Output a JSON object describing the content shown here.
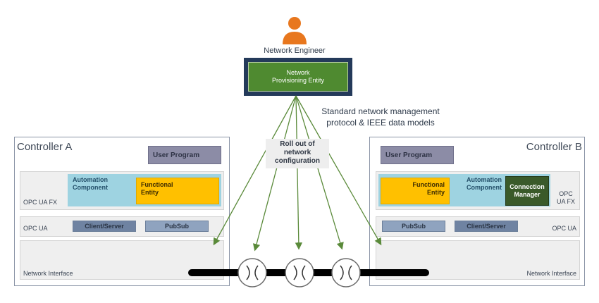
{
  "engineer": {
    "label": "Network Engineer",
    "icon": "person-icon",
    "color": "#e8771e"
  },
  "provisioning_entity": {
    "label": "Network\nProvisioning Entity"
  },
  "annotation": {
    "text": "Standard network management\nprotocol & IEEE data models"
  },
  "rollout": {
    "text": "Roll out of\nnetwork\nconfiguration"
  },
  "controller_a": {
    "title": "Controller A",
    "user_program": "User Program",
    "automation_component": "Automation\nComponent",
    "functional_entity": "Functional\nEntity",
    "fx_label": "OPC UA FX",
    "ua_label": "OPC UA",
    "client_server": "Client/Server",
    "pubsub": "PubSub",
    "network_interface": "Network Interface"
  },
  "controller_b": {
    "title": "Controller B",
    "user_program": "User Program",
    "automation_component": "Automation\nComponent",
    "functional_entity": "Functional\nEntity",
    "connection_manager": "Connection\nManager",
    "fx_label": "OPC\nUA FX",
    "ua_label": "OPC UA",
    "client_server": "Client/Server",
    "pubsub": "PubSub",
    "network_interface": "Network Interface"
  },
  "switches": {
    "icon": "switch-icon",
    "count": 3
  },
  "colors": {
    "provisioning_green": "#4f8a30",
    "provisioning_border": "#243a5a",
    "functional_yellow": "#ffc000",
    "automation_blue": "#9ed3e1",
    "arrow_green": "#5a8a3a"
  }
}
